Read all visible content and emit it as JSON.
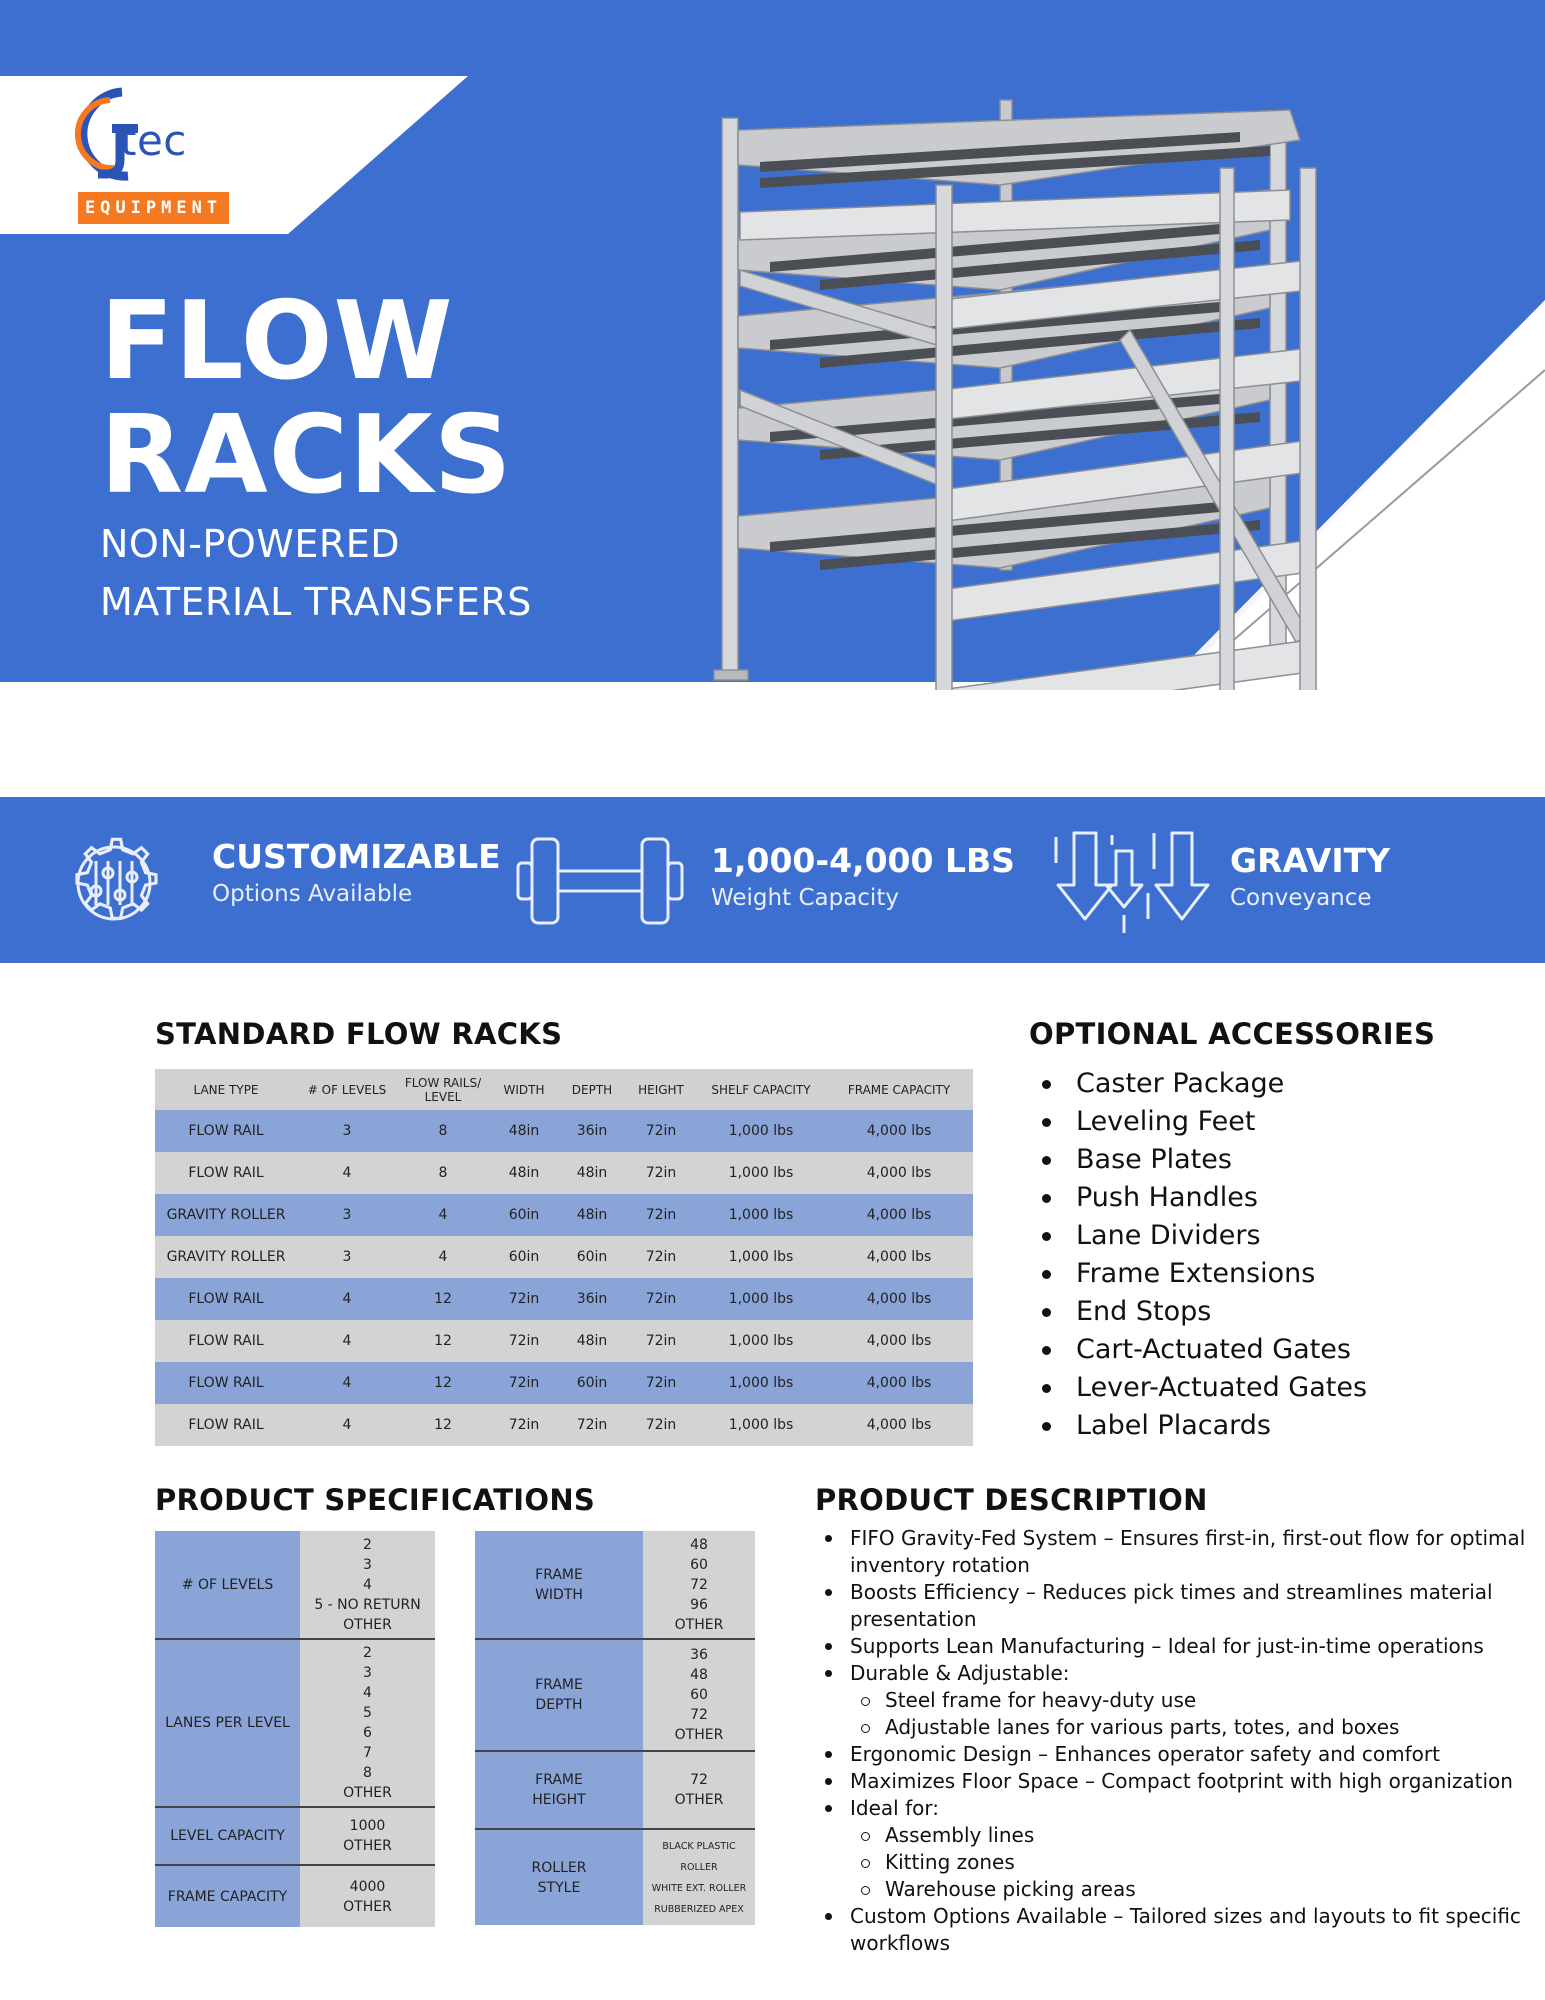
{
  "brand": {
    "logo_text": "tec",
    "logo_badge": "EQUIPMENT",
    "accent": "#f47920",
    "primary": "#3d6fd1"
  },
  "hero": {
    "title_line1": "FLOW",
    "title_line2": "RACKS",
    "subtitle_line1": "NON-POWERED",
    "subtitle_line2": "MATERIAL TRANSFERS"
  },
  "features": [
    {
      "title": "CUSTOMIZABLE",
      "sub": "Options Available",
      "icon": "sliders-gear-icon"
    },
    {
      "title": "1,000-4,000 LBS",
      "sub": "Weight Capacity",
      "icon": "dumbbell-icon"
    },
    {
      "title": "GRAVITY",
      "sub": "Conveyance",
      "icon": "down-arrows-icon"
    }
  ],
  "standard": {
    "heading": "STANDARD FLOW RACKS",
    "columns": [
      "LANE TYPE",
      "# OF LEVELS",
      "FLOW RAILS/ LEVEL",
      "WIDTH",
      "DEPTH",
      "HEIGHT",
      "SHELF CAPACITY",
      "FRAME CAPACITY"
    ],
    "rows": [
      [
        "FLOW RAIL",
        "3",
        "8",
        "48in",
        "36in",
        "72in",
        "1,000 lbs",
        "4,000 lbs"
      ],
      [
        "FLOW RAIL",
        "4",
        "8",
        "48in",
        "48in",
        "72in",
        "1,000 lbs",
        "4,000 lbs"
      ],
      [
        "GRAVITY ROLLER",
        "3",
        "4",
        "60in",
        "48in",
        "72in",
        "1,000 lbs",
        "4,000 lbs"
      ],
      [
        "GRAVITY ROLLER",
        "3",
        "4",
        "60in",
        "60in",
        "72in",
        "1,000 lbs",
        "4,000 lbs"
      ],
      [
        "FLOW RAIL",
        "4",
        "12",
        "72in",
        "36in",
        "72in",
        "1,000 lbs",
        "4,000 lbs"
      ],
      [
        "FLOW RAIL",
        "4",
        "12",
        "72in",
        "48in",
        "72in",
        "1,000 lbs",
        "4,000 lbs"
      ],
      [
        "FLOW RAIL",
        "4",
        "12",
        "72in",
        "60in",
        "72in",
        "1,000 lbs",
        "4,000 lbs"
      ],
      [
        "FLOW RAIL",
        "4",
        "12",
        "72in",
        "72in",
        "72in",
        "1,000 lbs",
        "4,000 lbs"
      ]
    ]
  },
  "accessories": {
    "heading": "OPTIONAL ACCESSORIES",
    "items": [
      "Caster Package",
      "Leveling Feet",
      "Base Plates",
      "Push Handles",
      "Lane Dividers",
      "Frame Extensions",
      "End Stops",
      "Cart-Actuated Gates",
      "Lever-Actuated Gates",
      "Label Placards"
    ]
  },
  "specs": {
    "heading": "PRODUCT SPECIFICATIONS",
    "left": [
      {
        "key": "# OF LEVELS",
        "values": [
          "2",
          "3",
          "4",
          "5 - NO RETURN",
          "OTHER"
        ]
      },
      {
        "key": "LANES PER LEVEL",
        "values": [
          "2",
          "3",
          "4",
          "5",
          "6",
          "7",
          "8",
          "OTHER"
        ]
      },
      {
        "key": "LEVEL CAPACITY",
        "values": [
          "1000",
          "OTHER"
        ]
      },
      {
        "key": "FRAME CAPACITY",
        "values": [
          "4000",
          "OTHER"
        ]
      }
    ],
    "right": [
      {
        "key": [
          "FRAME",
          "WIDTH"
        ],
        "values": [
          "48",
          "60",
          "72",
          "96",
          "OTHER"
        ]
      },
      {
        "key": [
          "FRAME",
          "DEPTH"
        ],
        "values": [
          "36",
          "48",
          "60",
          "72",
          "OTHER"
        ]
      },
      {
        "key": [
          "FRAME",
          "HEIGHT"
        ],
        "values": [
          "72",
          "OTHER"
        ]
      },
      {
        "key": [
          "ROLLER",
          "STYLE"
        ],
        "values": [
          "BLACK PLASTIC",
          "ROLLER",
          "WHITE EXT. ROLLER",
          "RUBBERIZED APEX"
        ]
      }
    ]
  },
  "description": {
    "heading": "PRODUCT DESCRIPTION",
    "lines": [
      {
        "level": 1,
        "text": "FIFO Gravity-Fed System – Ensures first-in, first-out flow for optimal inventory rotation"
      },
      {
        "level": 1,
        "text": "Boosts Efficiency – Reduces pick times and streamlines material presentation"
      },
      {
        "level": 1,
        "text": "Supports Lean Manufacturing – Ideal for just-in-time operations"
      },
      {
        "level": 1,
        "text": "Durable & Adjustable:"
      },
      {
        "level": 2,
        "text": "Steel frame for heavy-duty use"
      },
      {
        "level": 2,
        "text": "Adjustable lanes for various parts, totes, and boxes"
      },
      {
        "level": 1,
        "text": "Ergonomic Design – Enhances operator safety and comfort"
      },
      {
        "level": 1,
        "text": "Maximizes Floor Space – Compact footprint with high organization"
      },
      {
        "level": 1,
        "text": "Ideal for:"
      },
      {
        "level": 2,
        "text": "Assembly lines"
      },
      {
        "level": 2,
        "text": "Kitting zones"
      },
      {
        "level": 2,
        "text": "Warehouse picking areas"
      },
      {
        "level": 1,
        "text": "Custom Options Available – Tailored sizes and layouts to fit specific workflows"
      }
    ]
  }
}
